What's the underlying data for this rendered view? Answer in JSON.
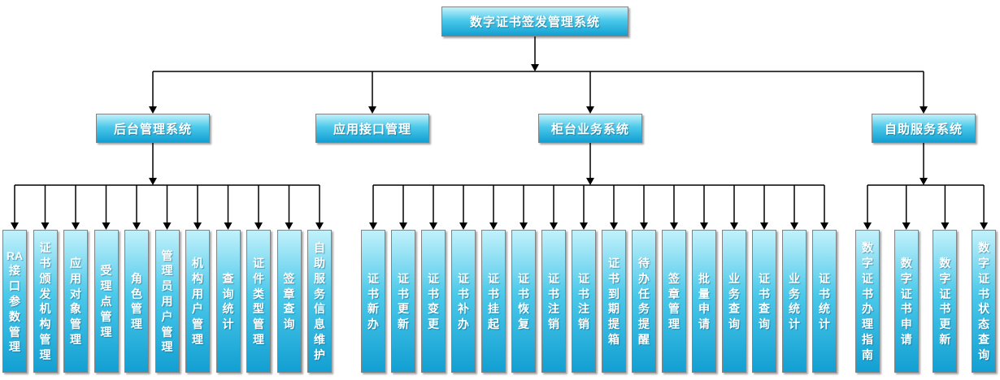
{
  "diagram": {
    "root": {
      "label": "数字证书签发管理系统"
    },
    "branches": [
      {
        "label": "后台管理系统",
        "children": [
          "RA接口参数管理",
          "证书颁发机构管理",
          "应用对象管理",
          "受理点管理",
          "角色管理",
          "管理员用户管理",
          "机构用户管理",
          "查询统计",
          "证件类型管理",
          "签章查询",
          "自助服务信息维护"
        ]
      },
      {
        "label": "应用接口管理",
        "children": []
      },
      {
        "label": "柜台业务系统",
        "children": [
          "证书新办",
          "证书更新",
          "证书变更",
          "证书补办",
          "证书挂起",
          "证书恢复",
          "证书注销",
          "证书注销",
          "证书到期提箱",
          "待办任务提醒",
          "签章管理",
          "批量申请",
          "业务查询",
          "证书查询",
          "业务统计",
          "证书统计"
        ]
      },
      {
        "label": "自助服务系统",
        "children": [
          "数字证书办理指南",
          "数字证书申请",
          "数字证书更新",
          "数字证书状态查询"
        ]
      }
    ],
    "colors": {
      "node_gradient_top": "#c2f1fb",
      "node_gradient_mid": "#4cc9ea",
      "node_gradient_bottom": "#129fd2",
      "node_border": "#838383",
      "connector": "#000000",
      "text": "#ffffff",
      "background": "#ffffff"
    }
  }
}
